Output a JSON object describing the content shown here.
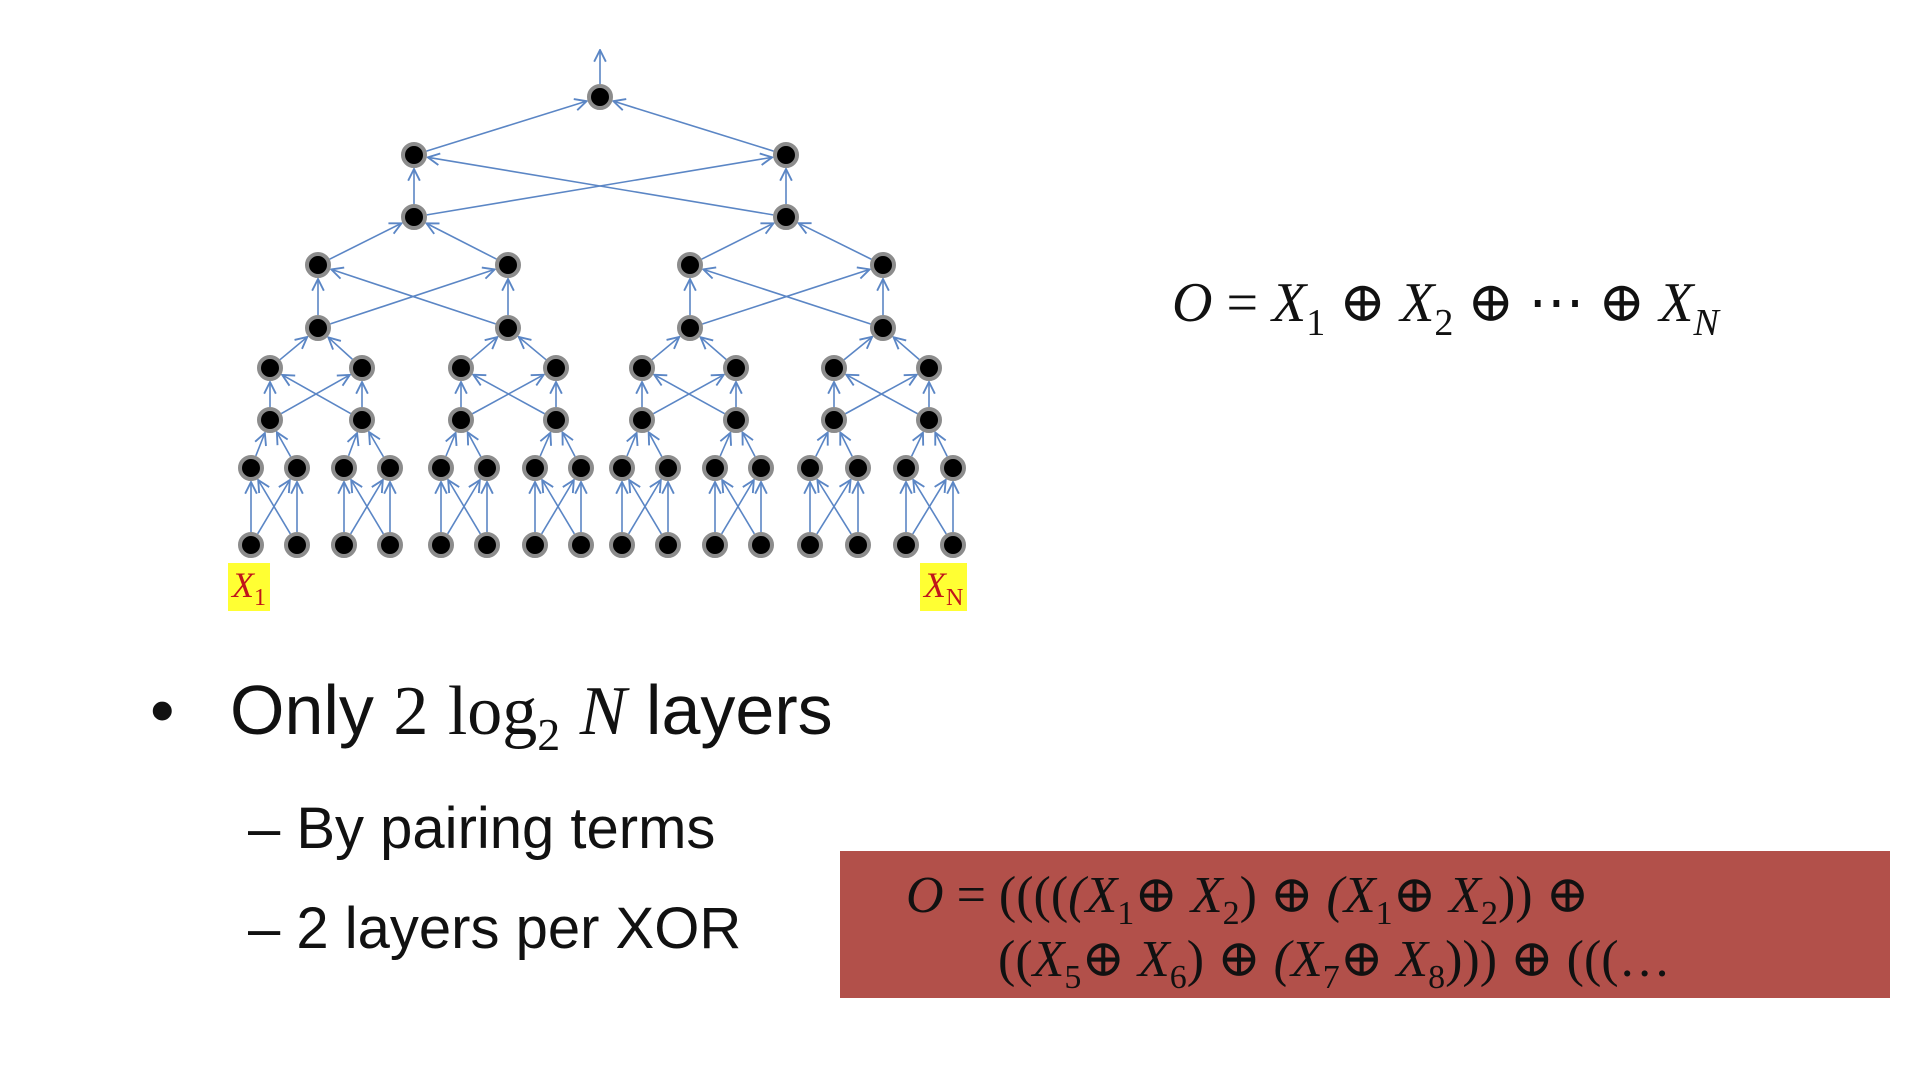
{
  "diagram": {
    "input_labels": {
      "first": {
        "var": "X",
        "sub": "1"
      },
      "last": {
        "var": "X",
        "sub": "N"
      }
    }
  },
  "formula_right": {
    "lhs": "O",
    "eq": "=",
    "t1_var": "X",
    "t1_sub": "1",
    "op1": "⊕",
    "t2_var": "X",
    "t2_sub": "2",
    "op2": "⊕",
    "ellipsis": "⋯",
    "op3": "⊕",
    "tn_var": "X",
    "tn_sub": "N"
  },
  "bullet_main": {
    "marker": "•",
    "pre": "Only",
    "coeff": "2",
    "log": "log",
    "log_base": "2",
    "var": "N",
    "post": "layers"
  },
  "sub_bullets": [
    "– By pairing terms",
    "– 2 layers per XOR"
  ],
  "formula_box": {
    "line1": {
      "lhs": "O",
      "eq": "=",
      "open": "((((",
      "a": "(X",
      "a_sub": "1",
      "op_a": "⊕",
      "b": "X",
      "b_sub": "2",
      "close_ab": ")",
      "op_mid": "⊕",
      "c": "(X",
      "c_sub": "1",
      "op_c": "⊕",
      "d": "X",
      "d_sub": "2",
      "close_cd": "))",
      "op_end": "⊕"
    },
    "line2": {
      "open": "((",
      "e": "X",
      "e_sub": "5",
      "op_e": "⊕",
      "f": "X",
      "f_sub": "6",
      "close_ef": ")",
      "op_mid": "⊕",
      "g": "(X",
      "g_sub": "7",
      "op_g": "⊕",
      "h": "X",
      "h_sub": "8",
      "close_gh": ")))",
      "op_end": "⊕",
      "tail": "(((…"
    }
  },
  "colors": {
    "edge": "#5b86c5",
    "node": "#000000",
    "node_ring": "#8c8c8c",
    "label_bg": "#ffff33",
    "label_text": "#c0151b",
    "box_bg": "#b2504a"
  }
}
